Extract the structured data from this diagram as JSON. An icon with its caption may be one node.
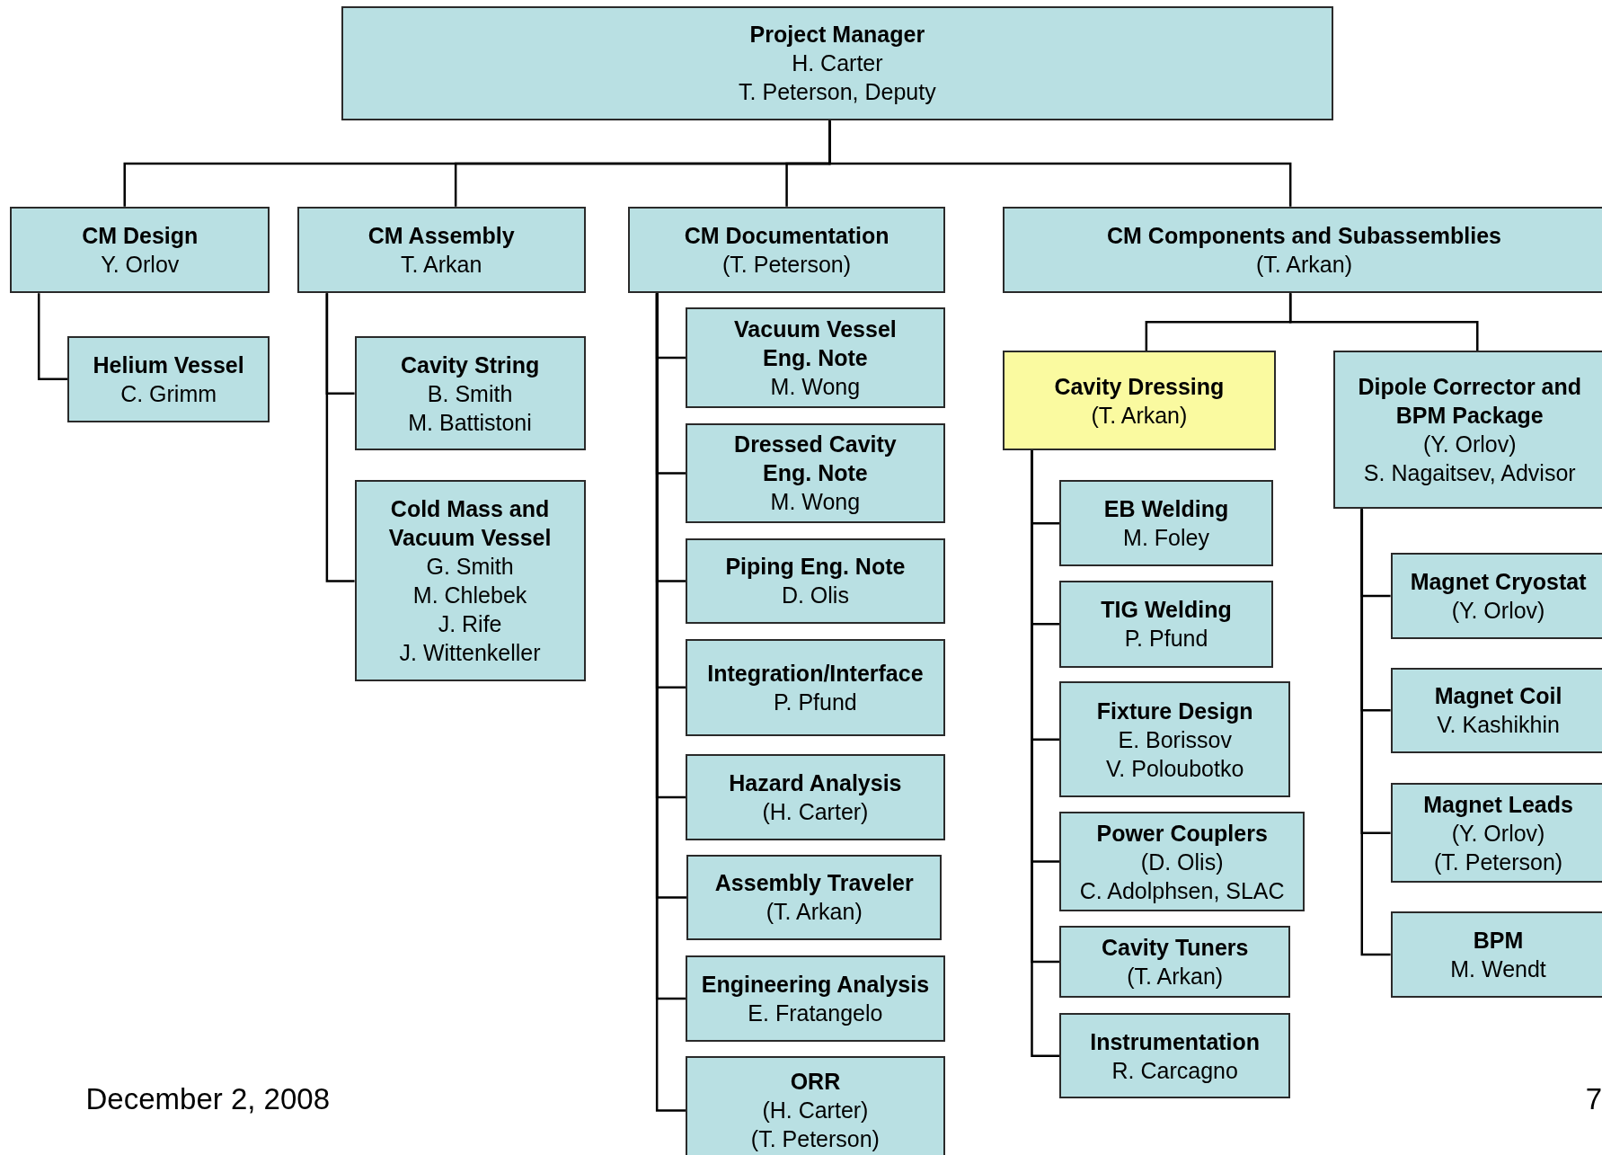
{
  "diagram": {
    "nodes": [
      {
        "text": [
          "Project Manager",
          "H. Carter",
          "T. Peterson, Deputy"
        ]
      },
      {
        "text": [
          "CM Design",
          "Y. Orlov"
        ]
      },
      {
        "text": [
          "Helium Vessel",
          "C. Grimm"
        ]
      },
      {
        "text": [
          "CM Assembly",
          "T. Arkan"
        ]
      },
      {
        "text": [
          "Cavity String",
          "B. Smith",
          "M. Battistoni"
        ]
      },
      {
        "text": [
          "Cold Mass and Vacuum Vessel",
          "G. Smith",
          "M. Chlebek",
          "J. Rife",
          "J. Wittenkeller"
        ]
      },
      {
        "text": [
          "CM Documentation",
          "(T. Peterson)"
        ]
      },
      {
        "text": [
          "Vacuum Vessel Eng. Note",
          "M. Wong"
        ]
      },
      {
        "text": [
          "Dressed Cavity Eng. Note",
          "M. Wong"
        ]
      },
      {
        "text": [
          "Piping Eng. Note",
          "D. Olis"
        ]
      },
      {
        "text": [
          "Integration/Interface",
          "P. Pfund"
        ]
      },
      {
        "text": [
          "Hazard Analysis",
          "(H. Carter)"
        ]
      },
      {
        "text": [
          "Assembly Traveler",
          "(T. Arkan)"
        ]
      },
      {
        "text": [
          "Engineering Analysis",
          "E. Fratangelo"
        ]
      },
      {
        "text": [
          "ORR",
          "(H. Carter)",
          "(T. Peterson)"
        ]
      },
      {
        "text": [
          "CM Components and Subassemblies",
          "(T. Arkan)"
        ]
      },
      {
        "text": [
          "Cavity Dressing",
          "(T. Arkan)"
        ]
      },
      {
        "text": [
          "Dipole Corrector and BPM Package",
          "(Y. Orlov)",
          "S. Nagaitsev, Advisor"
        ]
      },
      {
        "text": [
          "EB Welding",
          "M. Foley"
        ]
      },
      {
        "text": [
          "TIG Welding",
          "P. Pfund"
        ]
      },
      {
        "text": [
          "Fixture Design",
          "E. Borissov",
          "V. Poloubotko"
        ]
      },
      {
        "text": [
          "Power Couplers",
          "(D. Olis)",
          "C. Adolphsen, SLAC"
        ]
      },
      {
        "text": [
          "Cavity Tuners",
          "(T. Arkan)"
        ]
      },
      {
        "text": [
          "Instrumentation",
          "R. Carcagno"
        ]
      },
      {
        "text": [
          "Magnet Cryostat",
          "(Y. Orlov)"
        ]
      },
      {
        "text": [
          "Magnet Coil",
          "V. Kashikhin"
        ]
      },
      {
        "text": [
          "Magnet Leads",
          "(Y. Orlov)",
          "(T. Peterson)"
        ]
      },
      {
        "text": [
          "BPM",
          "M. Wendt"
        ]
      }
    ],
    "edges": [
      {
        "from": 0,
        "to": 1,
        "arrow": "none"
      },
      {
        "from": 0,
        "to": 3,
        "arrow": "none"
      },
      {
        "from": 0,
        "to": 6,
        "arrow": "none"
      },
      {
        "from": 0,
        "to": 15,
        "arrow": "none"
      },
      {
        "from": 1,
        "to": 2,
        "arrow": "none"
      },
      {
        "from": 3,
        "to": 4,
        "arrow": "none"
      },
      {
        "from": 3,
        "to": 5,
        "arrow": "none"
      },
      {
        "from": 6,
        "to": 7,
        "arrow": "none"
      },
      {
        "from": 6,
        "to": 8,
        "arrow": "none"
      },
      {
        "from": 6,
        "to": 9,
        "arrow": "none"
      },
      {
        "from": 6,
        "to": 10,
        "arrow": "none"
      },
      {
        "from": 6,
        "to": 11,
        "arrow": "none"
      },
      {
        "from": 6,
        "to": 12,
        "arrow": "none"
      },
      {
        "from": 6,
        "to": 13,
        "arrow": "none"
      },
      {
        "from": 6,
        "to": 14,
        "arrow": "none"
      },
      {
        "from": 15,
        "to": 16,
        "arrow": "none"
      },
      {
        "from": 15,
        "to": 17,
        "arrow": "none"
      },
      {
        "from": 16,
        "to": 18,
        "arrow": "none"
      },
      {
        "from": 16,
        "to": 19,
        "arrow": "none"
      },
      {
        "from": 16,
        "to": 20,
        "arrow": "none"
      },
      {
        "from": 16,
        "to": 21,
        "arrow": "none"
      },
      {
        "from": 16,
        "to": 22,
        "arrow": "none"
      },
      {
        "from": 16,
        "to": 23,
        "arrow": "none"
      },
      {
        "from": 17,
        "to": 24,
        "arrow": "none"
      },
      {
        "from": 17,
        "to": 25,
        "arrow": "none"
      },
      {
        "from": 17,
        "to": 26,
        "arrow": "none"
      },
      {
        "from": 17,
        "to": 27,
        "arrow": "none"
      }
    ],
    "labels": [
      "December 2, 2008",
      "7"
    ]
  }
}
